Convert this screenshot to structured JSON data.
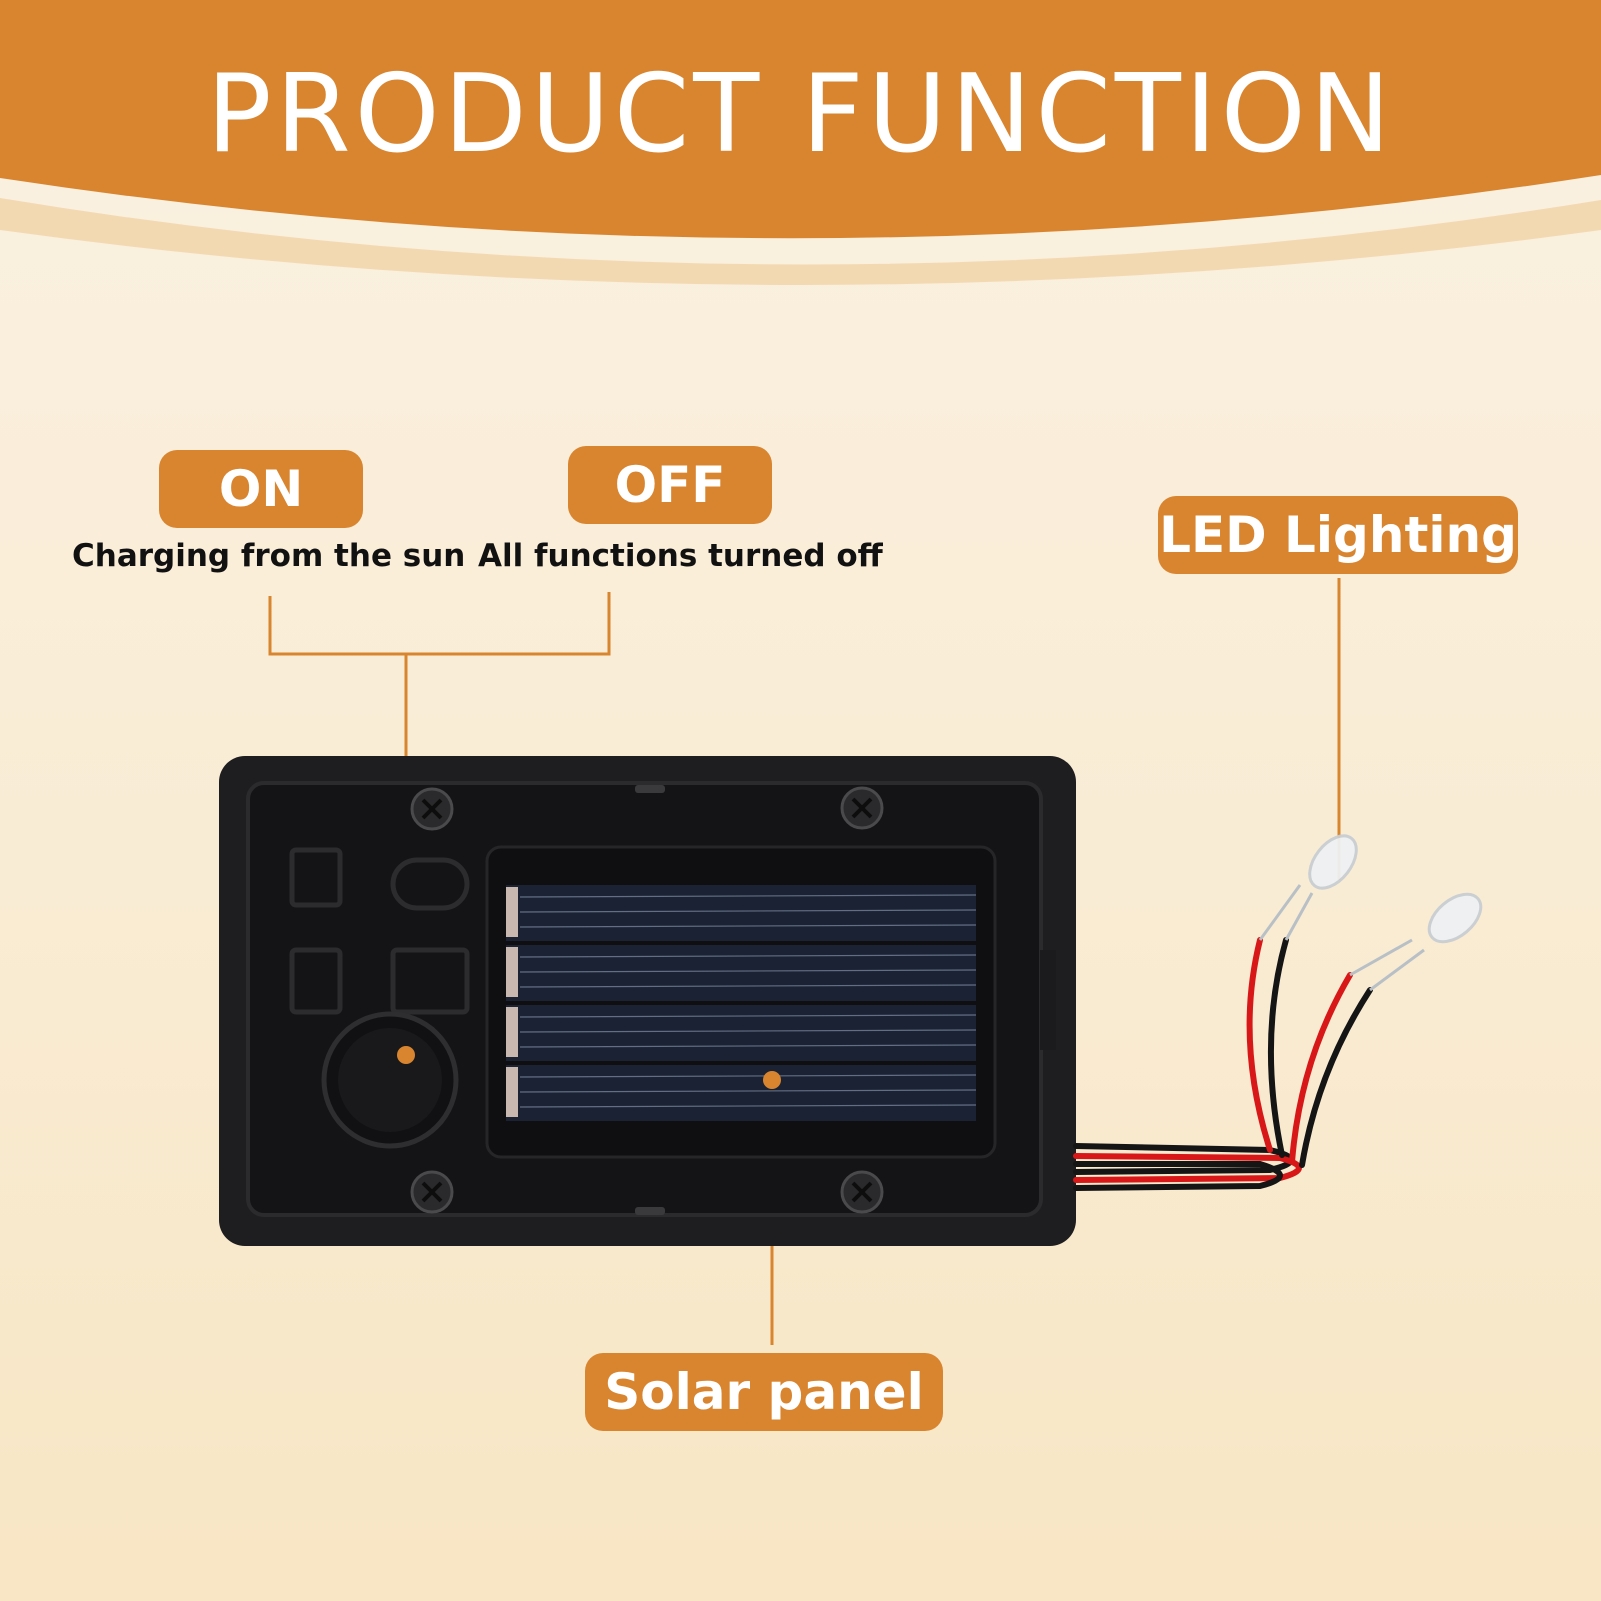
{
  "title": "PRODUCT FUNCTION",
  "labels": {
    "on": {
      "heading": "ON",
      "description": "Charging from the sun"
    },
    "off": {
      "heading": "OFF",
      "description": "All functions turned off"
    },
    "led": "LED Lighting",
    "solar": "Solar panel"
  },
  "colors": {
    "accent": "#d9852f",
    "background": "#faeedb",
    "device": "#1c1c1e",
    "panel": "#1a2233",
    "wire_red": "#d81818",
    "wire_black": "#151515"
  }
}
